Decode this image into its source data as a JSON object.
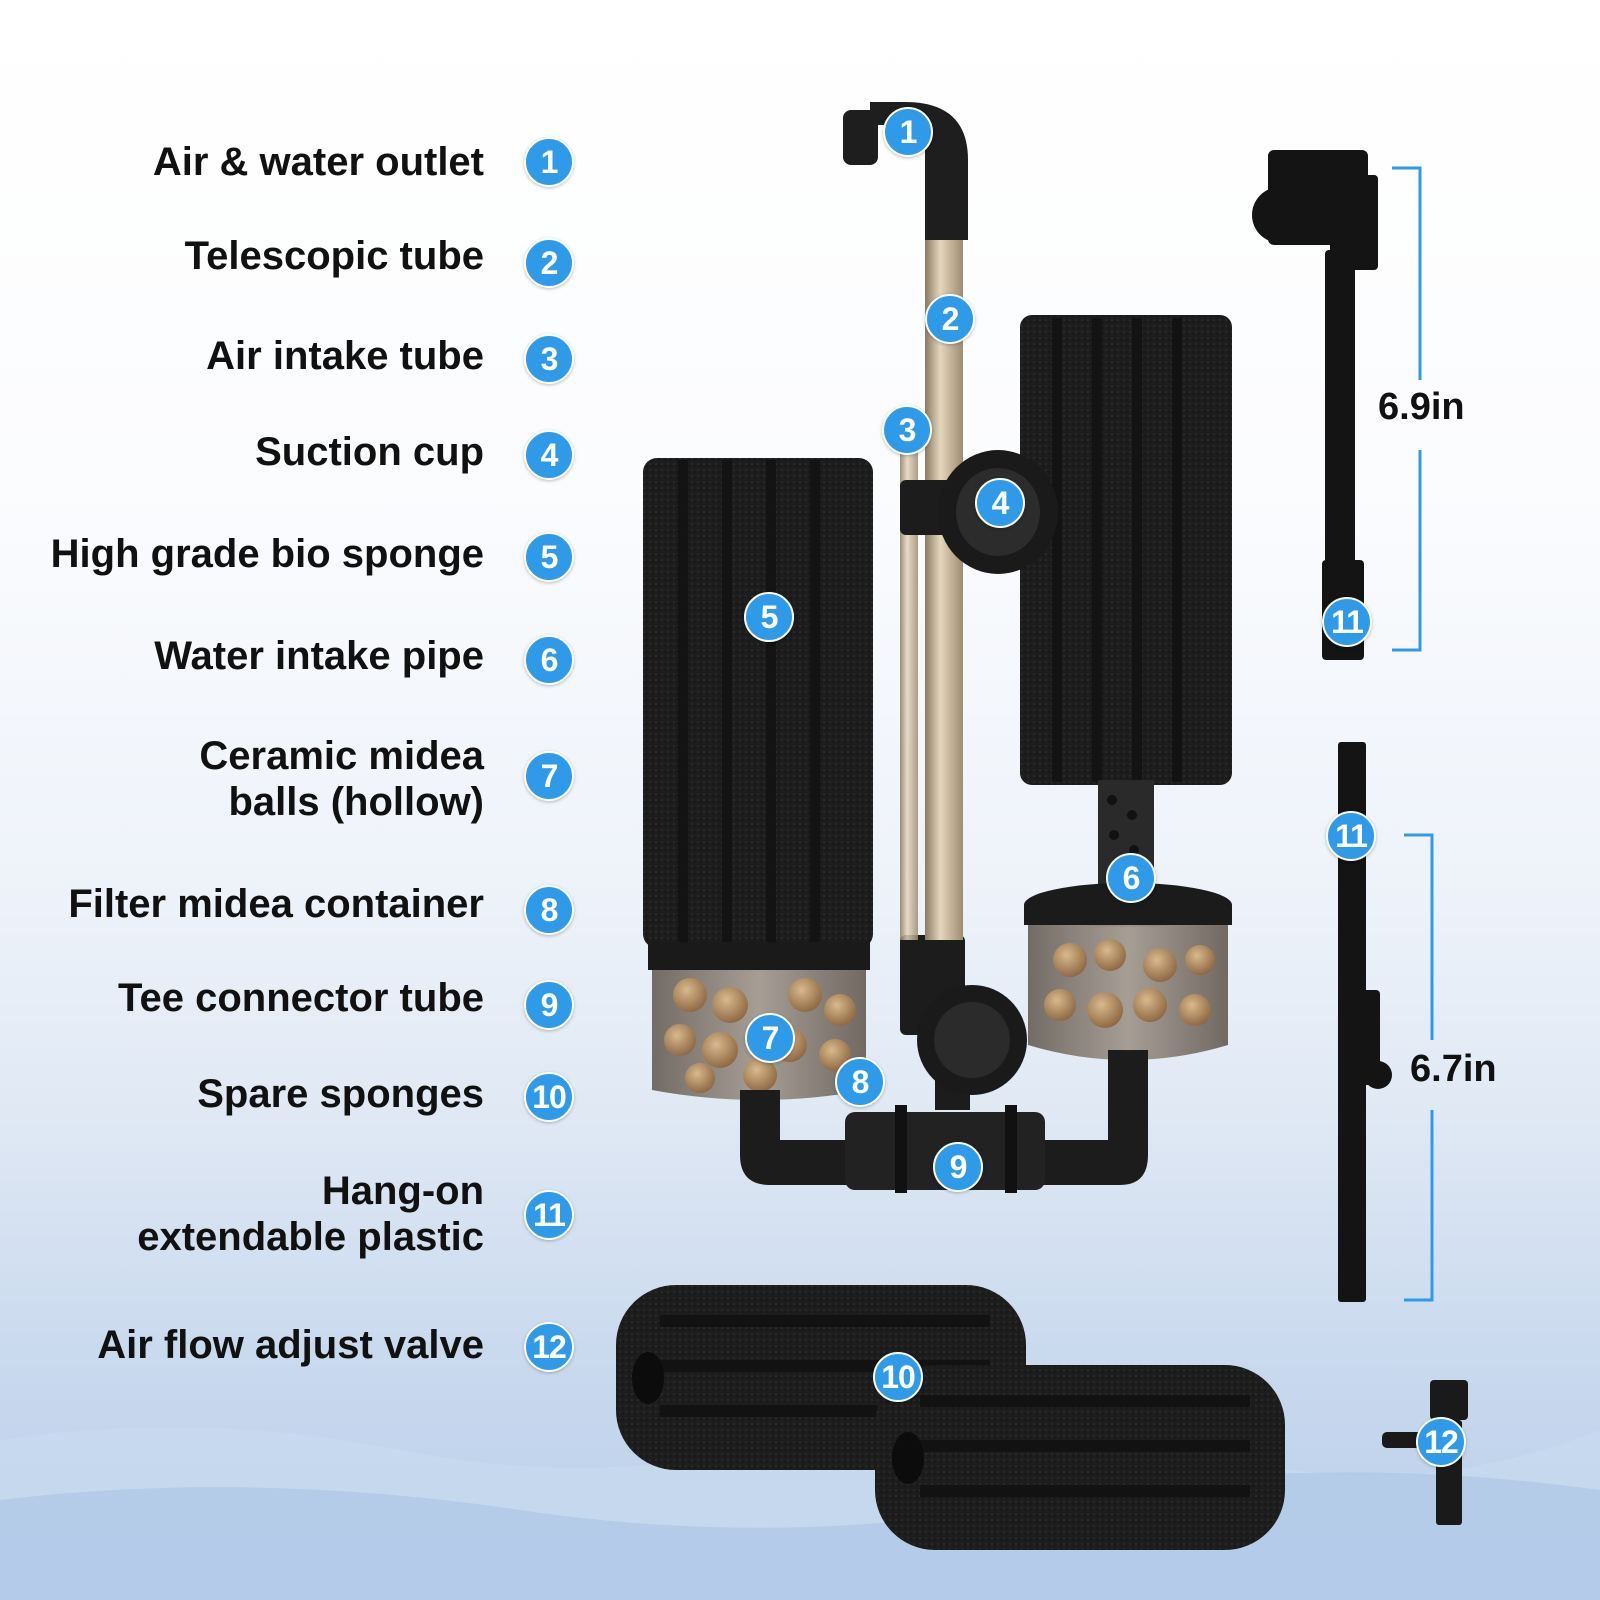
{
  "colors": {
    "accent": "#2f9be8",
    "sponge": "#1e1e1e",
    "text": "#111111"
  },
  "parts": [
    {
      "num": "1",
      "label": "Air & water outlet"
    },
    {
      "num": "2",
      "label": "Telescopic tube"
    },
    {
      "num": "3",
      "label": "Air intake tube"
    },
    {
      "num": "4",
      "label": "Suction cup"
    },
    {
      "num": "5",
      "label": "High grade bio sponge"
    },
    {
      "num": "6",
      "label": "Water intake pipe"
    },
    {
      "num": "7",
      "label_line1": "Ceramic midea",
      "label_line2": "balls (hollow)"
    },
    {
      "num": "8",
      "label": "Filter midea container"
    },
    {
      "num": "9",
      "label": "Tee connector tube"
    },
    {
      "num": "10",
      "label": "Spare sponges"
    },
    {
      "num": "11",
      "label_line1": "Hang-on",
      "label_line2": "extendable plastic"
    },
    {
      "num": "12",
      "label": "Air flow adjust valve"
    }
  ],
  "dimensions": {
    "upper": "6.9in",
    "lower": "6.7in"
  }
}
